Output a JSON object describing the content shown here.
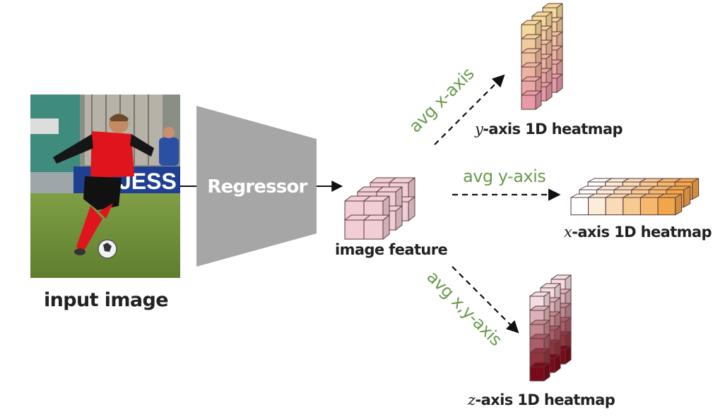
{
  "input": {
    "caption": "input image",
    "photo_banner_text": "JESS"
  },
  "regressor": {
    "label": "Regressor"
  },
  "feature": {
    "caption": "image feature"
  },
  "branches": [
    {
      "op": "avg x-axis",
      "axis_var": "y",
      "caption_suffix": "-axis 1D heatmap"
    },
    {
      "op": "avg y-axis",
      "axis_var": "x",
      "caption_suffix": "-axis 1D heatmap"
    },
    {
      "op": "avg x,y-axis",
      "axis_var": "z",
      "caption_suffix": "-axis 1D heatmap"
    }
  ],
  "colors": {
    "regressor_fill": "#a6a6a6",
    "feature_cube": "#f1cdd6",
    "op_text": "#6a9a4c",
    "y_heatmap_top": "#f4d99a",
    "y_heatmap_bottom": "#e79aa8",
    "x_heatmap_left": "#ffffff",
    "x_heatmap_right": "#f2a64a",
    "z_heatmap_top": "#f2dde2",
    "z_heatmap_bottom": "#7a0a18"
  }
}
